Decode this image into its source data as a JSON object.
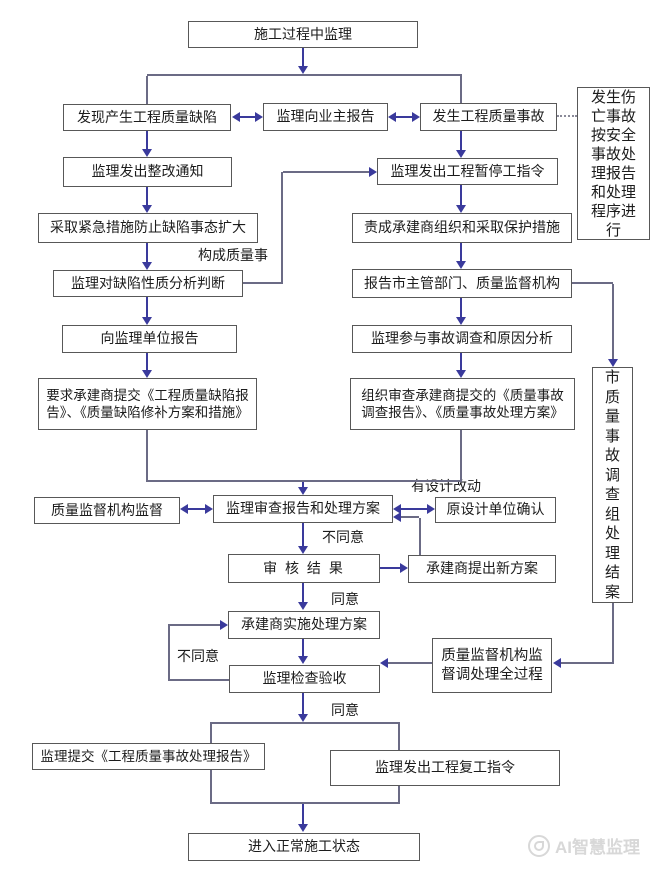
{
  "colors": {
    "line": "#6b6b85",
    "arrow": "#3a3a9c",
    "box_border": "#585858",
    "text": "#1c1c1c",
    "watermark": "#d8d8d8"
  },
  "nodes": {
    "start": "施工过程中监理",
    "defect_found": "发现产生工程质量缺陷",
    "report_owner": "监理向业主报告",
    "accident": "发生工程质量事故",
    "casualty_note": "发生伤亡事故按安全事故处理报告和处理程序进行",
    "rectify_notice": "监理发出整改通知",
    "suspend_order": "监理发出工程暂停工指令",
    "emergency_measures": "采取紧急措施防止缺陷事态扩大",
    "protect_measures": "责成承建商组织和采取保护措施",
    "analyze_defect": "监理对缺陷性质分析判断",
    "report_authority": "报告市主管部门、质量监督机构",
    "report_supervisor": "向监理单位报告",
    "investigate": "监理参与事故调查和原因分析",
    "submit_defect_docs": "要求承建商提交《工程质量缺陷报告》、《质量缺陷修补方案和措施》",
    "review_accident_docs": "组织审查承建商提交的《质量事故调查报告》、《质量事故处理方案》",
    "city_group": "市质量事故调查组处理结案",
    "qs_supervise": "质量监督机构监督",
    "review_plan": "监理审查报告和处理方案",
    "designer_confirm": "原设计单位确认",
    "check_result": "审 核 结 果",
    "new_plan": "承建商提出新方案",
    "implement_plan": "承建商实施处理方案",
    "acceptance": "监理检查验收",
    "qs_whole_process": "质量监督机构监督调处理全过程",
    "submit_report": "监理提交《工程质量事故处理报告》",
    "resume_order": "监理发出工程复工指令",
    "normal_state": "进入正常施工状态"
  },
  "labels": {
    "constitute_accident": "构成质量事",
    "design_change": "有设计改动",
    "disagree_review": "不同意",
    "agree_review": "同意",
    "disagree_acceptance": "不同意",
    "agree_acceptance": "同意"
  },
  "watermark": {
    "text": "AI智慧监理",
    "logo": "circle-logo"
  }
}
